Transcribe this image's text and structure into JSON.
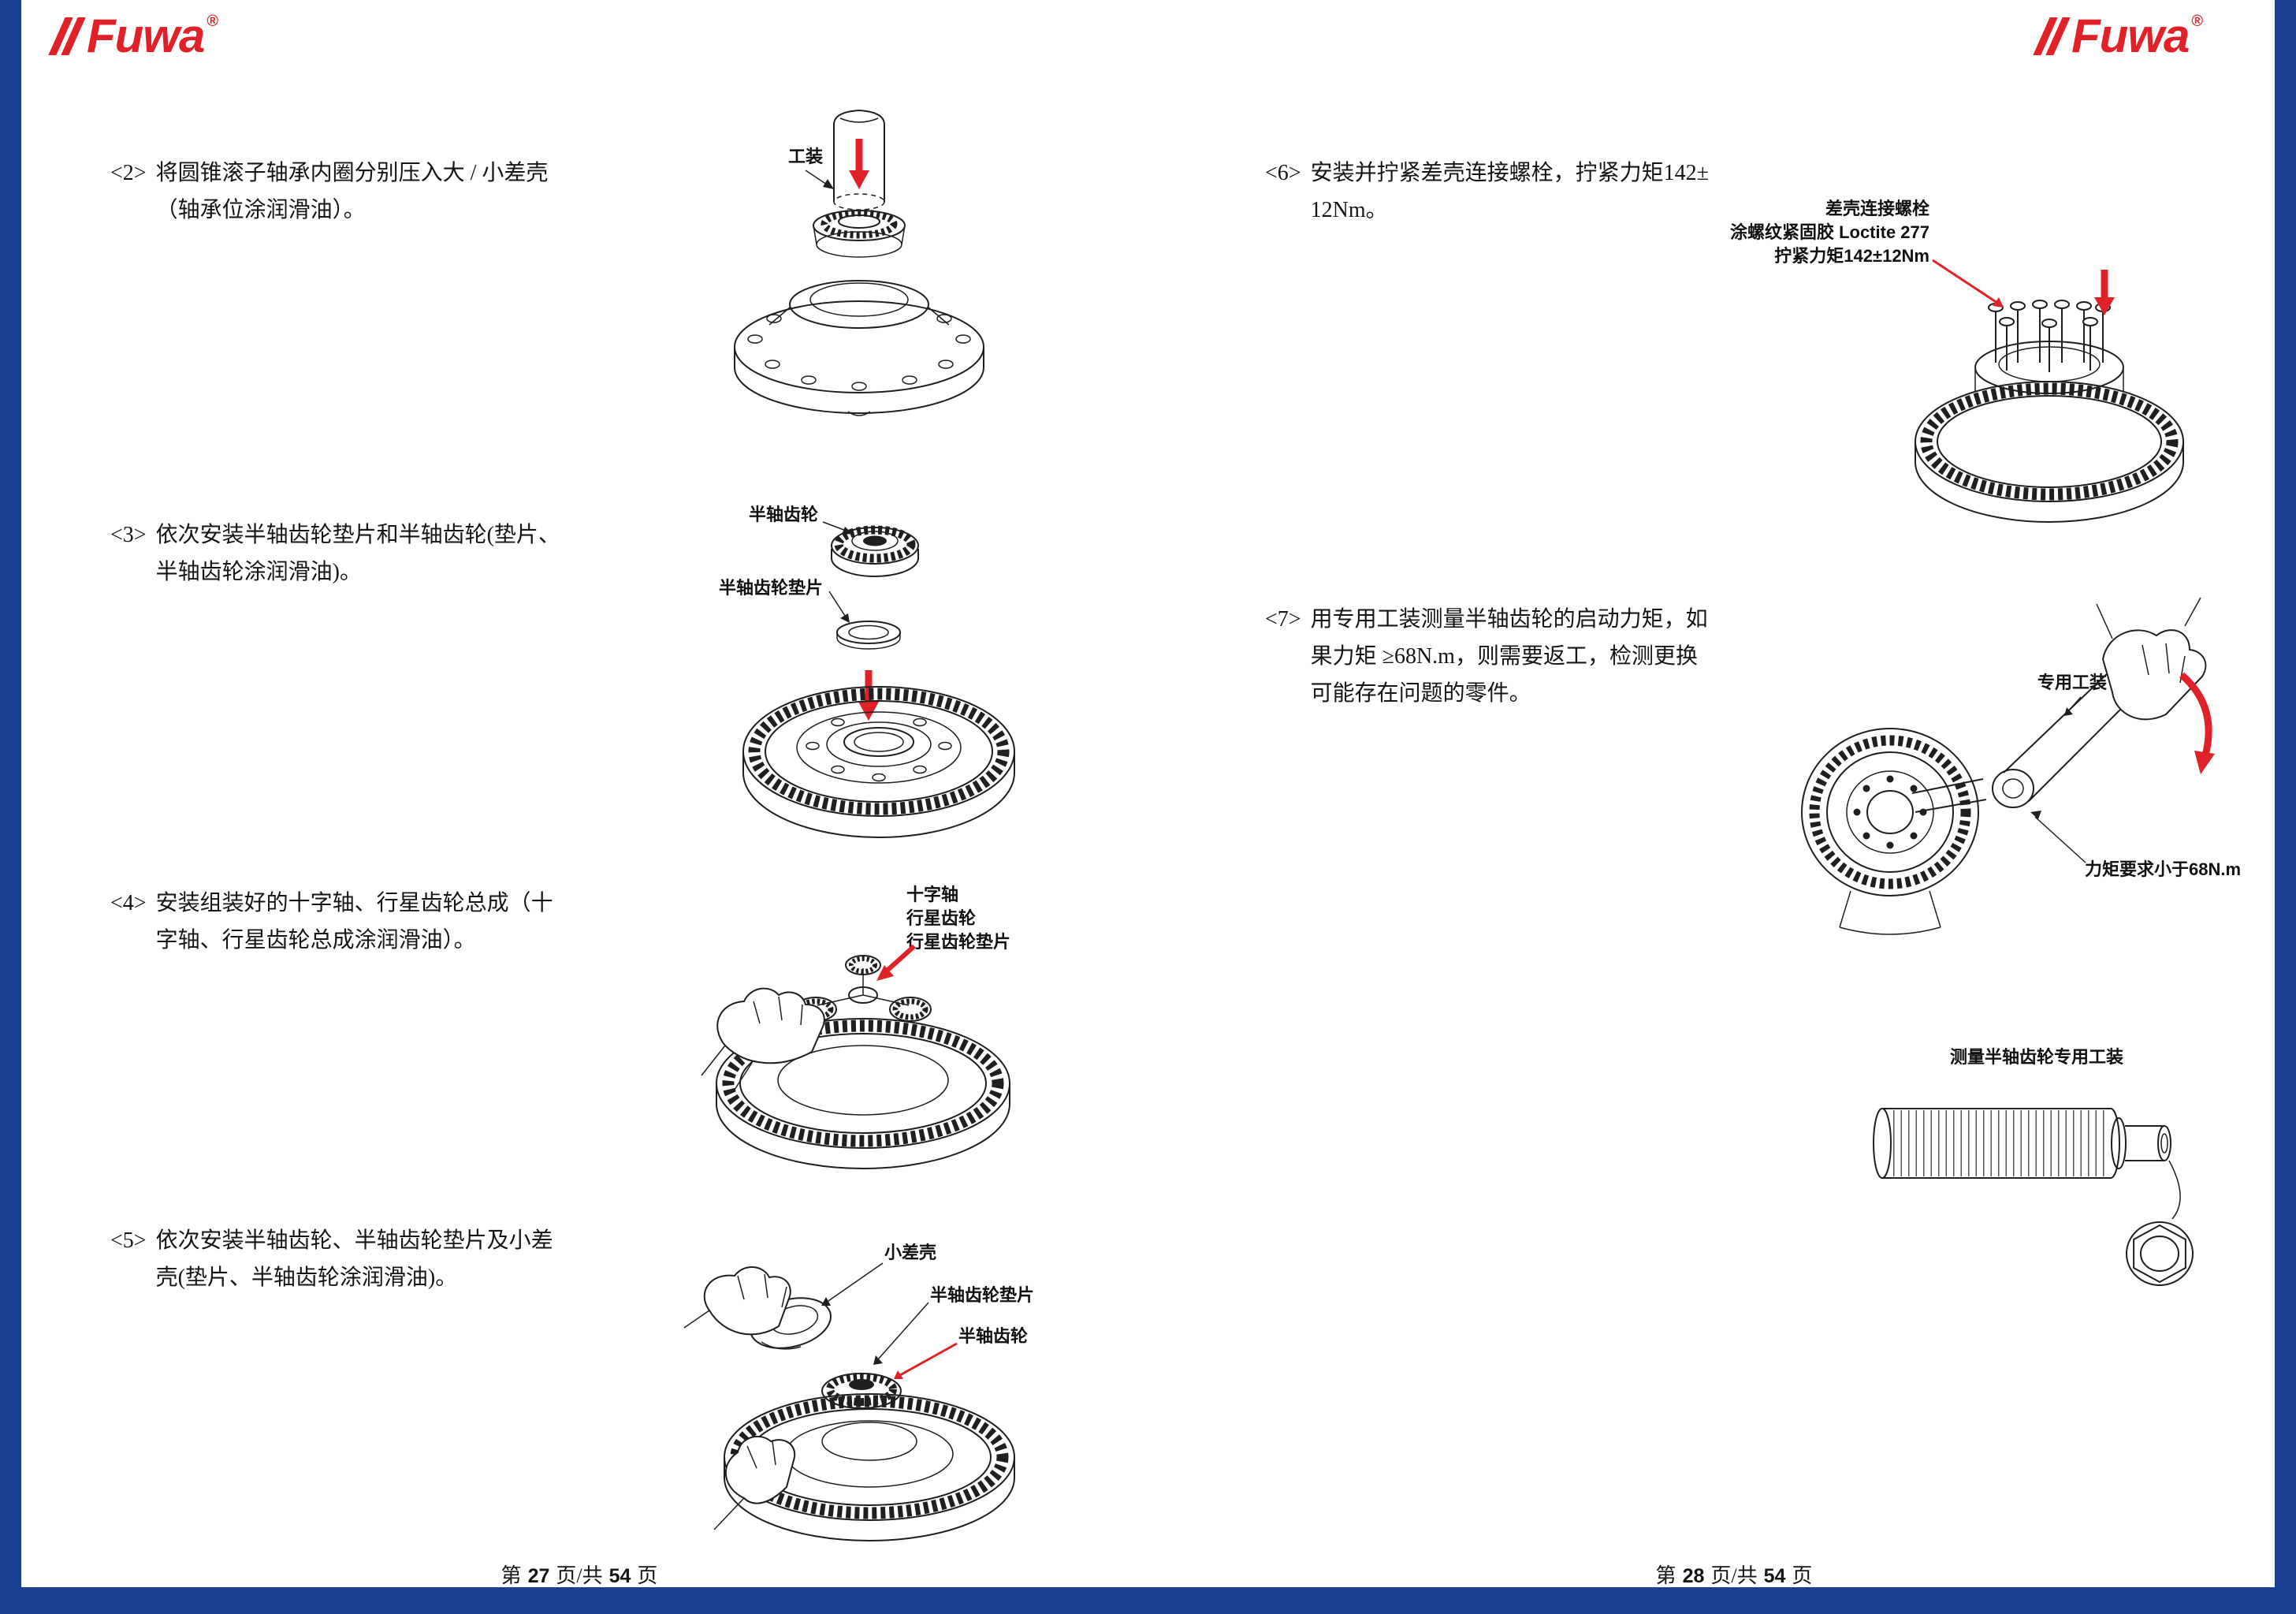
{
  "brand": {
    "name": "Fuwa",
    "reg": "®"
  },
  "colors": {
    "red": "#e02228",
    "blue": "#1c3f94"
  },
  "left_page": {
    "steps": [
      {
        "num": "<2>",
        "lines": [
          "将圆锥滚子轴承内圈分别压入大 / 小差壳",
          "（轴承位涂润滑油）。"
        ]
      },
      {
        "num": "<3>",
        "lines": [
          "依次安装半轴齿轮垫片和半轴齿轮(垫片、",
          "半轴齿轮涂润滑油)。"
        ]
      },
      {
        "num": "<4>",
        "lines": [
          "安装组装好的十字轴、行星齿轮总成（十",
          "字轴、行星齿轮总成涂润滑油）。"
        ]
      },
      {
        "num": "<5>",
        "lines": [
          "依次安装半轴齿轮、半轴齿轮垫片及小差",
          "壳(垫片、半轴齿轮涂润滑油)。"
        ]
      }
    ],
    "fig_labels": {
      "tool": "工装",
      "side_gear": "半轴齿轮",
      "side_gear_shim": "半轴齿轮垫片",
      "cross_shaft": "十字轴",
      "planet_gear": "行星齿轮",
      "planet_gear_shim": "行星齿轮垫片",
      "small_case": "小差壳",
      "side_gear_shim_2": "半轴齿轮垫片",
      "side_gear_2": "半轴齿轮"
    },
    "footer": {
      "prefix": "第",
      "page_no": "27",
      "middle": "页/共",
      "total": "54",
      "suffix": "页"
    }
  },
  "right_page": {
    "steps": [
      {
        "num": "<6>",
        "lines": [
          "安装并拧紧差壳连接螺栓，拧紧力矩142±",
          "12Nm。"
        ]
      },
      {
        "num": "<7>",
        "lines": [
          "用专用工装测量半轴齿轮的启动力矩，如",
          "果力矩 ≥68N.m，则需要返工，检测更换",
          "可能存在问题的零件。"
        ]
      }
    ],
    "fig_labels": {
      "bolt_title": "差壳连接螺栓",
      "bolt_glue": "涂螺纹紧固胶 Loctite 277",
      "bolt_torque": "拧紧力矩142±12Nm",
      "special_tool": "专用工装",
      "torque_limit": "力矩要求小于68N.m",
      "measure_tool": "测量半轴齿轮专用工装"
    },
    "footer": {
      "prefix": "第",
      "page_no": "28",
      "middle": "页/共",
      "total": "54",
      "suffix": "页"
    }
  }
}
